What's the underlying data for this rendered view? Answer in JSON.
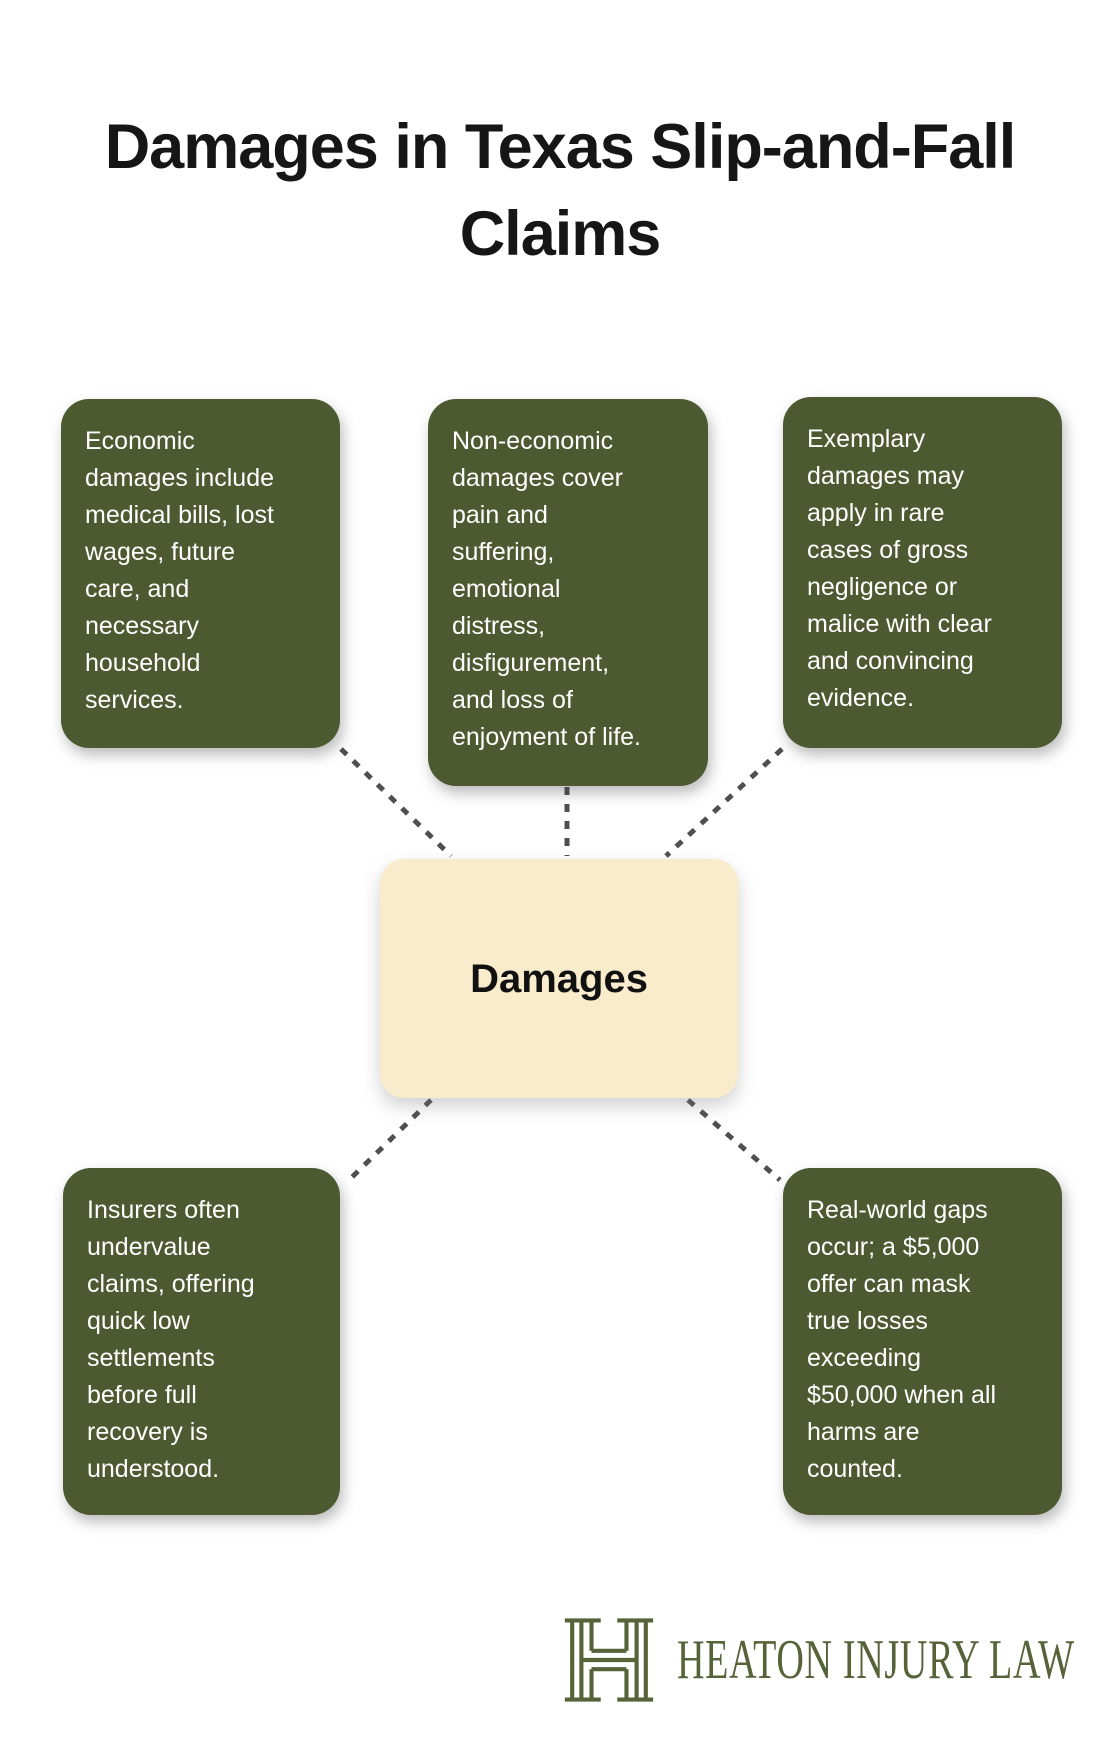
{
  "title": {
    "text": "Damages in Texas Slip-and-Fall\nClaims"
  },
  "center_node": {
    "label": "Damages"
  },
  "nodes": [
    {
      "id": "economic-damages",
      "text": "Economic\ndamages include\nmedical bills, lost\nwages, future\ncare, and\nnecessary\nhousehold\nservices."
    },
    {
      "id": "non-economic-damages",
      "text": "Non-economic\ndamages cover\npain and\nsuffering,\nemotional\ndistress,\ndisfigurement,\nand loss of\nenjoyment of life."
    },
    {
      "id": "exemplary-damages",
      "text": "Exemplary\ndamages may\napply in rare\ncases of gross\nnegligence or\nmalice with clear\nand convincing\nevidence."
    },
    {
      "id": "insurer-undervaluation",
      "text": "Insurers often\nundervalue\nclaims, offering\nquick low\nsettlements\nbefore full\nrecovery is\nunderstood."
    },
    {
      "id": "real-world-gaps",
      "text": "Real-world gaps\noccur; a $5,000\noffer can mask\ntrue losses\nexceeding\n$50,000 when all\nharms are\ncounted."
    }
  ],
  "footer": {
    "brand": "HEATON INJURY LAW",
    "monogram_icon": "h-monogram-icon"
  },
  "colors": {
    "background": "#ffffff",
    "node_green": "#4d5930",
    "node_text": "#ffffff",
    "center_beige": "#f8eccc",
    "title_black": "#161616",
    "connector_gray": "#4f4f4f",
    "brand_green": "#566338"
  }
}
